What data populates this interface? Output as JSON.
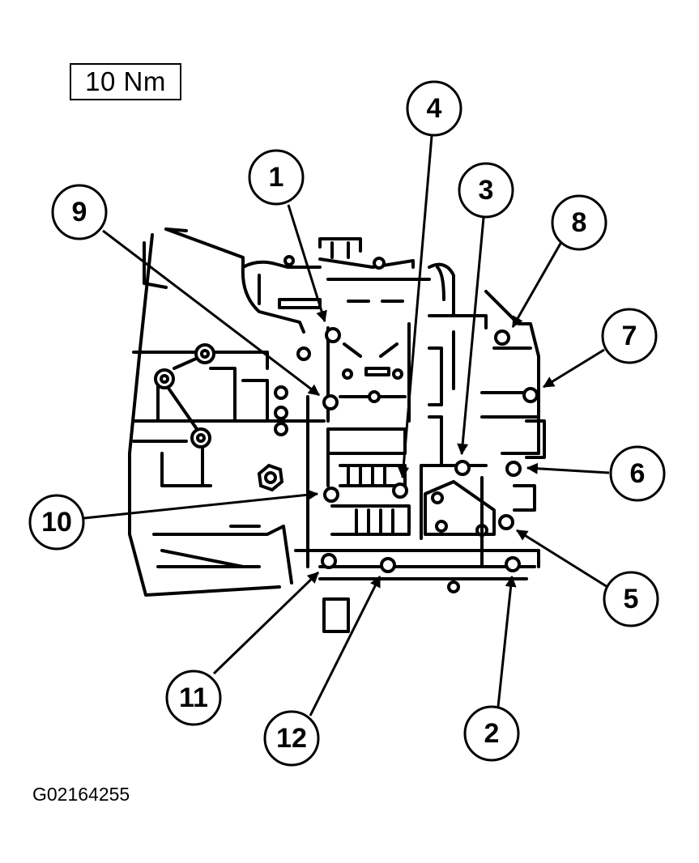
{
  "torque_spec": "10 Nm",
  "figure_code": "G02164255",
  "callouts": [
    {
      "label": "1"
    },
    {
      "label": "2"
    },
    {
      "label": "3"
    },
    {
      "label": "4"
    },
    {
      "label": "5"
    },
    {
      "label": "6"
    },
    {
      "label": "7"
    },
    {
      "label": "8"
    },
    {
      "label": "9"
    },
    {
      "label": "10"
    },
    {
      "label": "11"
    },
    {
      "label": "12"
    }
  ]
}
